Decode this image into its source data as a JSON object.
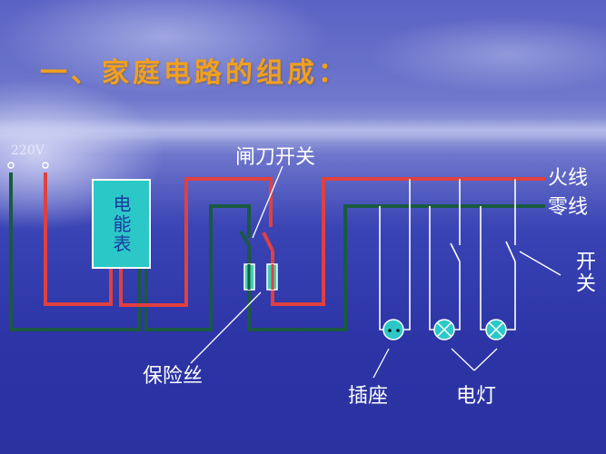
{
  "slide": {
    "title": "一、家庭电路的组成：",
    "colors": {
      "title": "#f0a020",
      "live_wire": "#e04040",
      "neutral_wire": "#1a5a40",
      "component_fill": "#2cc8c8",
      "label": "#ffffff"
    }
  },
  "diagram": {
    "supply_voltage": "220V",
    "meter_label": "电能表",
    "labels": {
      "knife_switch": "闸刀开关",
      "live_wire": "火线",
      "neutral_wire": "零线",
      "switch": "开关",
      "fuse": "保险丝",
      "socket": "插座",
      "lamp": "电灯"
    },
    "components": [
      {
        "name": "socket",
        "type": "socket-icon"
      },
      {
        "name": "lamp-1",
        "type": "lamp-icon"
      },
      {
        "name": "lamp-2",
        "type": "lamp-icon"
      }
    ]
  }
}
